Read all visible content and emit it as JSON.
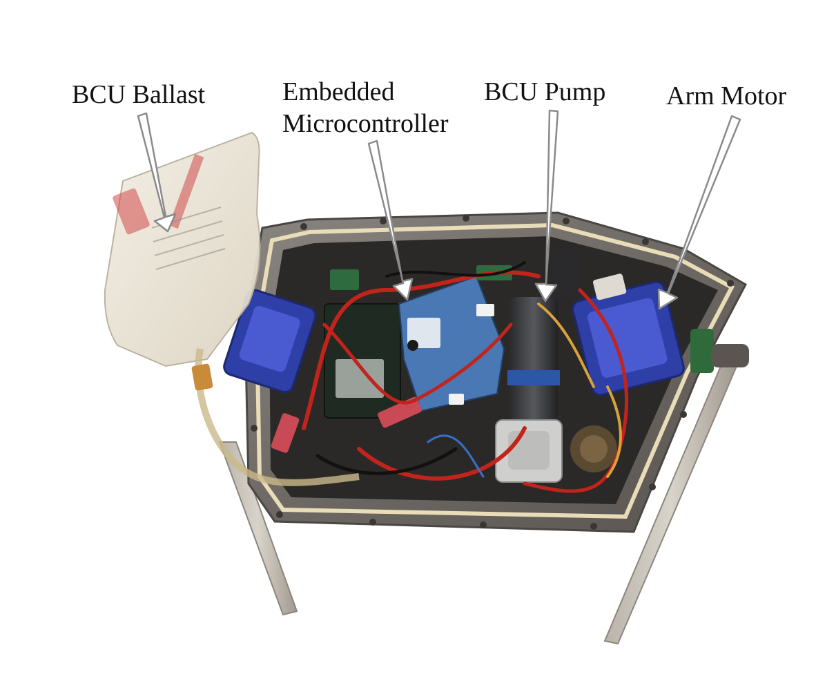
{
  "labels": {
    "ballast": "BCU Ballast",
    "micro_line1": "Embedded",
    "micro_line2": "Microcontroller",
    "pump": "BCU Pump",
    "motor": "Arm Motor"
  },
  "colors": {
    "background": "#ffffff",
    "arrow_fill": "#ffffff",
    "arrow_stroke": "#8a8a8a",
    "housing": "#6e6a66",
    "gasket": "#e9dcb8",
    "servo_blue": "#2f3fa8",
    "wire_red": "#c2241c",
    "pcb_blue": "#4a78b4"
  },
  "icons": [
    "arrow-icon"
  ]
}
